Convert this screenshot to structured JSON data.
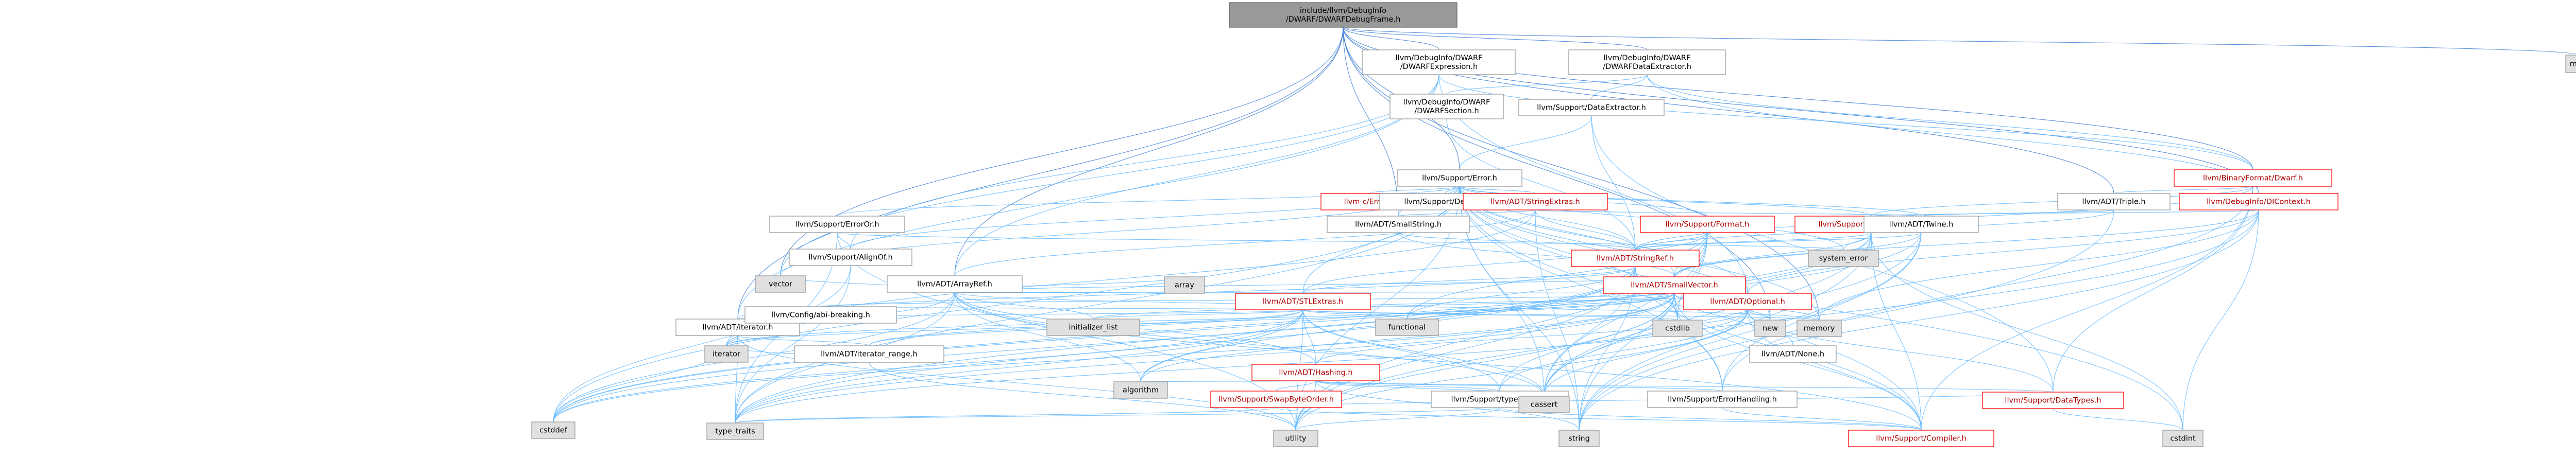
{
  "graph": {
    "root": "n0",
    "colors": {
      "edge": "#63b8ff",
      "root_fill": "#999999",
      "node_border": "#999999",
      "truncated_border": "#ff0000",
      "system_header_fill": "#e0e0e0"
    },
    "nodes": [
      {
        "id": "n0",
        "lines": [
          "include/llvm/DebugInfo",
          "/DWARF/DWARFDebugFrame.h"
        ],
        "kind": "root"
      },
      {
        "id": "n1",
        "lines": [
          "llvm/DebugInfo/DWARF",
          "/DWARFExpression.h"
        ],
        "kind": "normal"
      },
      {
        "id": "n2",
        "lines": [
          "llvm/DebugInfo/DWARF",
          "/DWARFDataExtractor.h"
        ],
        "kind": "normal"
      },
      {
        "id": "n3",
        "lines": [
          "map"
        ],
        "kind": "system"
      },
      {
        "id": "n4",
        "lines": [
          "llvm/DebugInfo/DWARF",
          "/DWARFSection.h"
        ],
        "kind": "normal"
      },
      {
        "id": "n5",
        "lines": [
          "llvm/Support/DataExtractor.h"
        ],
        "kind": "normal"
      },
      {
        "id": "n6",
        "lines": [
          "llvm/BinaryFormat/Dwarf.h"
        ],
        "kind": "truncated"
      },
      {
        "id": "n7",
        "lines": [
          "llvm/Support/Error.h"
        ],
        "kind": "normal"
      },
      {
        "id": "n8",
        "lines": [
          "llvm-c/Error.h"
        ],
        "kind": "truncated"
      },
      {
        "id": "n9",
        "lines": [
          "llvm/Support/Debug.h"
        ],
        "kind": "normal"
      },
      {
        "id": "n10",
        "lines": [
          "llvm/ADT/StringExtras.h"
        ],
        "kind": "truncated"
      },
      {
        "id": "n11",
        "lines": [
          "llvm/ADT/Triple.h"
        ],
        "kind": "normal"
      },
      {
        "id": "n12",
        "lines": [
          "llvm/DebugInfo/DIContext.h"
        ],
        "kind": "truncated"
      },
      {
        "id": "n13",
        "lines": [
          "llvm/Support/ErrorOr.h"
        ],
        "kind": "normal"
      },
      {
        "id": "n14",
        "lines": [
          "llvm/ADT/SmallString.h"
        ],
        "kind": "normal"
      },
      {
        "id": "n15",
        "lines": [
          "llvm/Support/raw_ostream.h"
        ],
        "kind": "truncated"
      },
      {
        "id": "n16",
        "lines": [
          "llvm/Support/Format.h"
        ],
        "kind": "truncated"
      },
      {
        "id": "n17",
        "lines": [
          "llvm/ADT/Twine.h"
        ],
        "kind": "normal"
      },
      {
        "id": "n18",
        "lines": [
          "llvm/Support/AlignOf.h"
        ],
        "kind": "normal"
      },
      {
        "id": "n19",
        "lines": [
          "system_error"
        ],
        "kind": "system"
      },
      {
        "id": "n20",
        "lines": [
          "llvm/ADT/StringRef.h"
        ],
        "kind": "truncated"
      },
      {
        "id": "n21",
        "lines": [
          "vector"
        ],
        "kind": "system"
      },
      {
        "id": "n22",
        "lines": [
          "llvm/ADT/ArrayRef.h"
        ],
        "kind": "normal"
      },
      {
        "id": "n23",
        "lines": [
          "array"
        ],
        "kind": "system"
      },
      {
        "id": "n24",
        "lines": [
          "llvm/ADT/SmallVector.h"
        ],
        "kind": "truncated"
      },
      {
        "id": "n25",
        "lines": [
          "llvm/ADT/STLExtras.h"
        ],
        "kind": "truncated"
      },
      {
        "id": "n26",
        "lines": [
          "llvm/ADT/iterator.h"
        ],
        "kind": "normal"
      },
      {
        "id": "n27",
        "lines": [
          "llvm/Config/abi-breaking.h"
        ],
        "kind": "normal"
      },
      {
        "id": "n28",
        "lines": [
          "initializer_list"
        ],
        "kind": "system"
      },
      {
        "id": "n29",
        "lines": [
          "functional"
        ],
        "kind": "system"
      },
      {
        "id": "n30",
        "lines": [
          "cstdlib"
        ],
        "kind": "system"
      },
      {
        "id": "n31",
        "lines": [
          "llvm/ADT/Optional.h"
        ],
        "kind": "truncated"
      },
      {
        "id": "n32",
        "lines": [
          "iterator"
        ],
        "kind": "system"
      },
      {
        "id": "n33",
        "lines": [
          "llvm/ADT/iterator_range.h"
        ],
        "kind": "normal"
      },
      {
        "id": "n34",
        "lines": [
          "llvm/ADT/Hashing.h"
        ],
        "kind": "truncated"
      },
      {
        "id": "n35",
        "lines": [
          "llvm/ADT/None.h"
        ],
        "kind": "normal"
      },
      {
        "id": "n36",
        "lines": [
          "new"
        ],
        "kind": "system"
      },
      {
        "id": "n37",
        "lines": [
          "memory"
        ],
        "kind": "system"
      },
      {
        "id": "n38",
        "lines": [
          "algorithm"
        ],
        "kind": "system"
      },
      {
        "id": "n39",
        "lines": [
          "llvm/Support/SwapByteOrder.h"
        ],
        "kind": "truncated"
      },
      {
        "id": "n40",
        "lines": [
          "llvm/Support/type_traits.h"
        ],
        "kind": "normal"
      },
      {
        "id": "n41",
        "lines": [
          "cassert"
        ],
        "kind": "system"
      },
      {
        "id": "n42",
        "lines": [
          "llvm/Support/ErrorHandling.h"
        ],
        "kind": "normal"
      },
      {
        "id": "n43",
        "lines": [
          "llvm/Support/DataTypes.h"
        ],
        "kind": "truncated"
      },
      {
        "id": "n44",
        "lines": [
          "cstddef"
        ],
        "kind": "system"
      },
      {
        "id": "n45",
        "lines": [
          "type_traits"
        ],
        "kind": "system"
      },
      {
        "id": "n46",
        "lines": [
          "utility"
        ],
        "kind": "system"
      },
      {
        "id": "n47",
        "lines": [
          "string"
        ],
        "kind": "system"
      },
      {
        "id": "n48",
        "lines": [
          "llvm/Support/Compiler.h"
        ],
        "kind": "truncated"
      },
      {
        "id": "n49",
        "lines": [
          "cstdint"
        ],
        "kind": "system"
      }
    ],
    "edges": [
      [
        "n0",
        "n1"
      ],
      [
        "n0",
        "n2"
      ],
      [
        "n0",
        "n3"
      ],
      [
        "n0",
        "n6"
      ],
      [
        "n0",
        "n7"
      ],
      [
        "n0",
        "n11"
      ],
      [
        "n0",
        "n12"
      ],
      [
        "n0",
        "n22"
      ],
      [
        "n0",
        "n21"
      ],
      [
        "n0",
        "n26"
      ],
      [
        "n0",
        "n14"
      ],
      [
        "n0",
        "n37"
      ],
      [
        "n0",
        "n36"
      ],
      [
        "n1",
        "n22"
      ],
      [
        "n1",
        "n6"
      ],
      [
        "n1",
        "n21"
      ],
      [
        "n1",
        "n26"
      ],
      [
        "n1",
        "n18"
      ],
      [
        "n1",
        "n31"
      ],
      [
        "n2",
        "n4"
      ],
      [
        "n2",
        "n5"
      ],
      [
        "n2",
        "n6"
      ],
      [
        "n2",
        "n12"
      ],
      [
        "n4",
        "n20"
      ],
      [
        "n5",
        "n7"
      ],
      [
        "n5",
        "n20"
      ],
      [
        "n5",
        "n43"
      ],
      [
        "n6",
        "n20"
      ],
      [
        "n6",
        "n11"
      ],
      [
        "n6",
        "n15"
      ],
      [
        "n6",
        "n48"
      ],
      [
        "n6",
        "n43"
      ],
      [
        "n6",
        "n42"
      ],
      [
        "n7",
        "n8"
      ],
      [
        "n7",
        "n9"
      ],
      [
        "n7",
        "n10"
      ],
      [
        "n7",
        "n17"
      ],
      [
        "n7",
        "n13"
      ],
      [
        "n7",
        "n14"
      ],
      [
        "n7",
        "n15"
      ],
      [
        "n7",
        "n16"
      ],
      [
        "n7",
        "n19"
      ],
      [
        "n7",
        "n20"
      ],
      [
        "n7",
        "n24"
      ],
      [
        "n7",
        "n25"
      ],
      [
        "n7",
        "n41"
      ],
      [
        "n7",
        "n44"
      ],
      [
        "n7",
        "n45"
      ],
      [
        "n7",
        "n46"
      ],
      [
        "n7",
        "n47"
      ],
      [
        "n7",
        "n48"
      ],
      [
        "n7",
        "n49"
      ],
      [
        "n7",
        "n42"
      ],
      [
        "n7",
        "n18"
      ],
      [
        "n7",
        "n37"
      ],
      [
        "n7",
        "n36"
      ],
      [
        "n7",
        "n30"
      ],
      [
        "n7",
        "n21"
      ],
      [
        "n7",
        "n31"
      ],
      [
        "n10",
        "n14"
      ],
      [
        "n10",
        "n20"
      ],
      [
        "n10",
        "n22"
      ],
      [
        "n10",
        "n17"
      ],
      [
        "n10",
        "n32"
      ],
      [
        "n10",
        "n47"
      ],
      [
        "n11",
        "n17"
      ],
      [
        "n11",
        "n20"
      ],
      [
        "n11",
        "n47"
      ],
      [
        "n12",
        "n15"
      ],
      [
        "n12",
        "n24"
      ],
      [
        "n12",
        "n31"
      ],
      [
        "n12",
        "n49"
      ],
      [
        "n12",
        "n37"
      ],
      [
        "n12",
        "n47"
      ],
      [
        "n12",
        "n46"
      ],
      [
        "n13",
        "n18"
      ],
      [
        "n13",
        "n19"
      ],
      [
        "n13",
        "n45"
      ],
      [
        "n13",
        "n46"
      ],
      [
        "n14",
        "n20"
      ],
      [
        "n14",
        "n24"
      ],
      [
        "n15",
        "n20"
      ],
      [
        "n15",
        "n24"
      ],
      [
        "n15",
        "n41"
      ],
      [
        "n15",
        "n44"
      ],
      [
        "n15",
        "n47"
      ],
      [
        "n15",
        "n19"
      ],
      [
        "n15",
        "n45"
      ],
      [
        "n15",
        "n48"
      ],
      [
        "n15",
        "n49"
      ],
      [
        "n16",
        "n20"
      ],
      [
        "n16",
        "n24"
      ],
      [
        "n16",
        "n25"
      ],
      [
        "n16",
        "n41"
      ],
      [
        "n16",
        "n47"
      ],
      [
        "n16",
        "n46"
      ],
      [
        "n16",
        "n29"
      ],
      [
        "n16",
        "n30"
      ],
      [
        "n17",
        "n20"
      ],
      [
        "n17",
        "n24"
      ],
      [
        "n17",
        "n41"
      ],
      [
        "n17",
        "n44"
      ],
      [
        "n17",
        "n47"
      ],
      [
        "n17",
        "n42"
      ],
      [
        "n18",
        "n45"
      ],
      [
        "n18",
        "n44"
      ],
      [
        "n20",
        "n25"
      ],
      [
        "n20",
        "n26"
      ],
      [
        "n20",
        "n29"
      ],
      [
        "n20",
        "n30"
      ],
      [
        "n20",
        "n41"
      ],
      [
        "n20",
        "n44"
      ],
      [
        "n20",
        "n47"
      ],
      [
        "n20",
        "n45"
      ],
      [
        "n20",
        "n48"
      ],
      [
        "n20",
        "n38"
      ],
      [
        "n20",
        "n46"
      ],
      [
        "n22",
        "n34"
      ],
      [
        "n22",
        "n24"
      ],
      [
        "n22",
        "n25"
      ],
      [
        "n22",
        "n23"
      ],
      [
        "n22",
        "n28"
      ],
      [
        "n22",
        "n38"
      ],
      [
        "n22",
        "n41"
      ],
      [
        "n22",
        "n44"
      ],
      [
        "n22",
        "n32"
      ],
      [
        "n22",
        "n37"
      ],
      [
        "n22",
        "n21"
      ],
      [
        "n22",
        "n45"
      ],
      [
        "n22",
        "n48"
      ],
      [
        "n22",
        "n31"
      ],
      [
        "n24",
        "n41"
      ],
      [
        "n24",
        "n44"
      ],
      [
        "n24",
        "n28"
      ],
      [
        "n24",
        "n38"
      ],
      [
        "n24",
        "n29"
      ],
      [
        "n24",
        "n32"
      ],
      [
        "n24",
        "n37"
      ],
      [
        "n24",
        "n36"
      ],
      [
        "n24",
        "n45"
      ],
      [
        "n24",
        "n46"
      ],
      [
        "n24",
        "n40"
      ],
      [
        "n24",
        "n42"
      ],
      [
        "n24",
        "n48"
      ],
      [
        "n24",
        "n33"
      ],
      [
        "n24",
        "n27"
      ],
      [
        "n24",
        "n30"
      ],
      [
        "n25",
        "n26"
      ],
      [
        "n25",
        "n27"
      ],
      [
        "n25",
        "n28"
      ],
      [
        "n25",
        "n29"
      ],
      [
        "n25",
        "n30"
      ],
      [
        "n25",
        "n31"
      ],
      [
        "n25",
        "n33"
      ],
      [
        "n25",
        "n34"
      ],
      [
        "n25",
        "n38"
      ],
      [
        "n25",
        "n41"
      ],
      [
        "n25",
        "n44"
      ],
      [
        "n25",
        "n45"
      ],
      [
        "n25",
        "n46"
      ],
      [
        "n25",
        "n32"
      ],
      [
        "n25",
        "n40"
      ],
      [
        "n25",
        "n37"
      ],
      [
        "n26",
        "n33"
      ],
      [
        "n26",
        "n32"
      ],
      [
        "n26",
        "n44"
      ],
      [
        "n26",
        "n45"
      ],
      [
        "n26",
        "n46"
      ],
      [
        "n31",
        "n35"
      ],
      [
        "n31",
        "n34"
      ],
      [
        "n31",
        "n36"
      ],
      [
        "n31",
        "n46"
      ],
      [
        "n31",
        "n45"
      ],
      [
        "n31",
        "n41"
      ],
      [
        "n31",
        "n48"
      ],
      [
        "n31",
        "n40"
      ],
      [
        "n31",
        "n43"
      ],
      [
        "n33",
        "n32"
      ],
      [
        "n33",
        "n46"
      ],
      [
        "n34",
        "n39"
      ],
      [
        "n34",
        "n40"
      ],
      [
        "n34",
        "n41"
      ],
      [
        "n34",
        "n47"
      ],
      [
        "n34",
        "n46"
      ],
      [
        "n34",
        "n42"
      ],
      [
        "n34",
        "n43"
      ],
      [
        "n34",
        "n38"
      ],
      [
        "n39",
        "n45"
      ],
      [
        "n39",
        "n43"
      ],
      [
        "n39",
        "n48"
      ],
      [
        "n40",
        "n45"
      ],
      [
        "n40",
        "n46"
      ],
      [
        "n40",
        "n48"
      ],
      [
        "n42",
        "n48"
      ],
      [
        "n43",
        "n49"
      ]
    ]
  }
}
